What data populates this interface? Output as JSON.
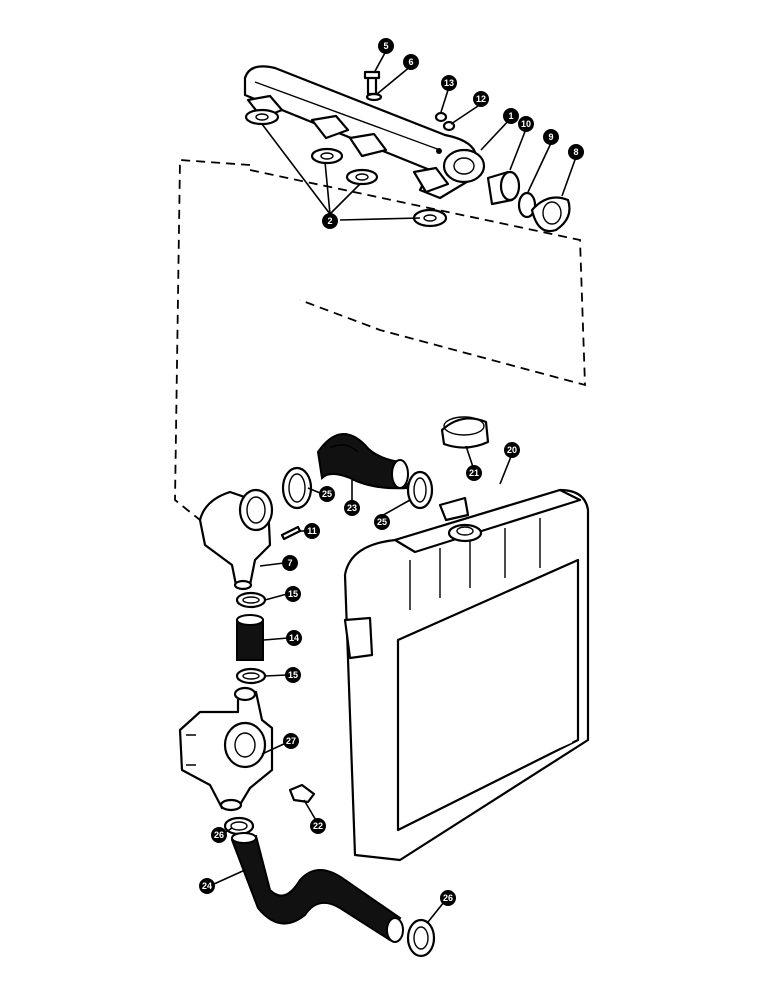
{
  "diagram": {
    "callouts": [
      {
        "id": "c1",
        "label": "1"
      },
      {
        "id": "c2",
        "label": "2"
      },
      {
        "id": "c5",
        "label": "5"
      },
      {
        "id": "c6",
        "label": "6"
      },
      {
        "id": "c7",
        "label": "7"
      },
      {
        "id": "c8",
        "label": "8"
      },
      {
        "id": "c9",
        "label": "9"
      },
      {
        "id": "c10",
        "label": "10"
      },
      {
        "id": "c11",
        "label": "11"
      },
      {
        "id": "c12",
        "label": "12"
      },
      {
        "id": "c13",
        "label": "13"
      },
      {
        "id": "c14",
        "label": "14"
      },
      {
        "id": "c15a",
        "label": "15"
      },
      {
        "id": "c15b",
        "label": "15"
      },
      {
        "id": "c20",
        "label": "20"
      },
      {
        "id": "c21",
        "label": "21"
      },
      {
        "id": "c22",
        "label": "22"
      },
      {
        "id": "c23",
        "label": "23"
      },
      {
        "id": "c24",
        "label": "24"
      },
      {
        "id": "c25a",
        "label": "25"
      },
      {
        "id": "c25b",
        "label": "25"
      },
      {
        "id": "c26a",
        "label": "26"
      },
      {
        "id": "c26b",
        "label": "26"
      },
      {
        "id": "c27",
        "label": "27"
      }
    ]
  }
}
